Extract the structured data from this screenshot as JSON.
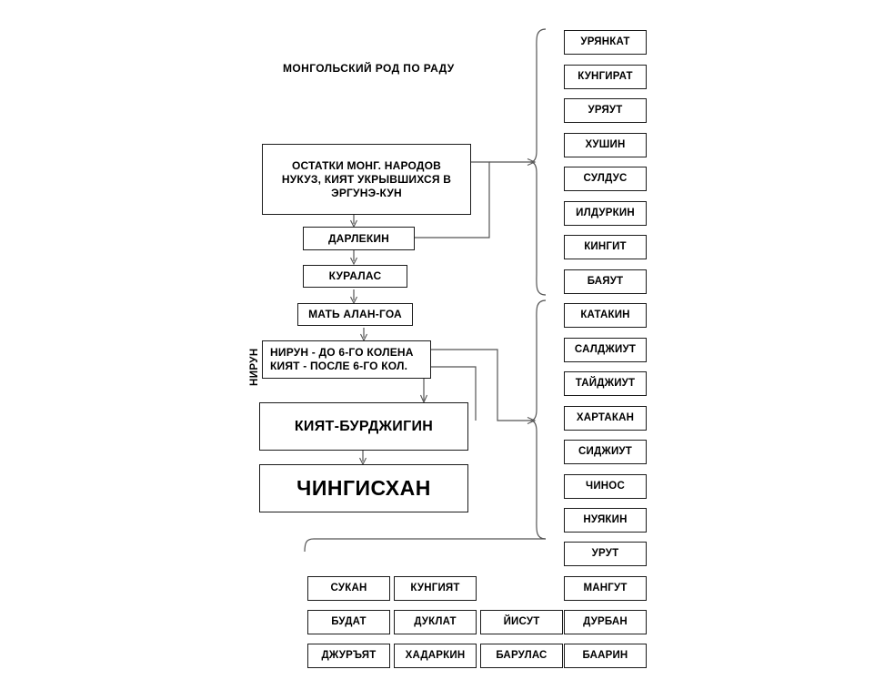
{
  "title": "МОНГОЛЬСКИЙ РОД ПО РАДУ",
  "side_label": "НИРУН",
  "chain": {
    "origin": {
      "line1": "ОСТАТКИ МОНГ. НАРОДОВ",
      "line2": "НУКУЗ, КИЯТ УКРЫВШИХСЯ В",
      "line3": "ЭРГУНЭ-КУН"
    },
    "darlekin": "ДАРЛЕКИН",
    "kuralas": "КУРАЛАС",
    "alan_goa": "МАТЬ АЛАН-ГОА",
    "nirun": {
      "line1": "НИРУН - ДО 6-ГО КОЛЕНА",
      "line2": "КИЯТ - ПОСЛЕ 6-ГО КОЛ."
    },
    "kiyat_burdjigin": "КИЯТ-БУРДЖИГИН",
    "chingiskhan": "ЧИНГИСХАН"
  },
  "darlekin_tribes": [
    "УРЯНКАТ",
    "КУНГИРАТ",
    "УРЯУТ",
    "ХУШИН",
    "СУЛДУС",
    "ИЛДУРКИН",
    "КИНГИТ",
    "БАЯУТ"
  ],
  "nirun_tribes": [
    "КАТАКИН",
    "САЛДЖИУТ",
    "ТАЙДЖИУТ",
    "ХАРТАКАН",
    "СИДЖИУТ",
    "ЧИНОС",
    "НУЯКИН",
    "УРУТ",
    "МАНГУТ",
    "ДУРБАН",
    "БААРИН"
  ],
  "bottom_grid": {
    "row1": [
      "СУКАН",
      "КУНГИЯТ"
    ],
    "row2": [
      "БУДАТ",
      "ДУКЛАТ",
      "ЙИСУТ"
    ],
    "row3": [
      "ДЖУРЪЯТ",
      "ХАДАРКИН",
      "БАРУЛАС"
    ]
  },
  "colors": {
    "stroke": "#1a1a1a",
    "connector": "#555555",
    "background": "#ffffff",
    "text": "#000000"
  }
}
